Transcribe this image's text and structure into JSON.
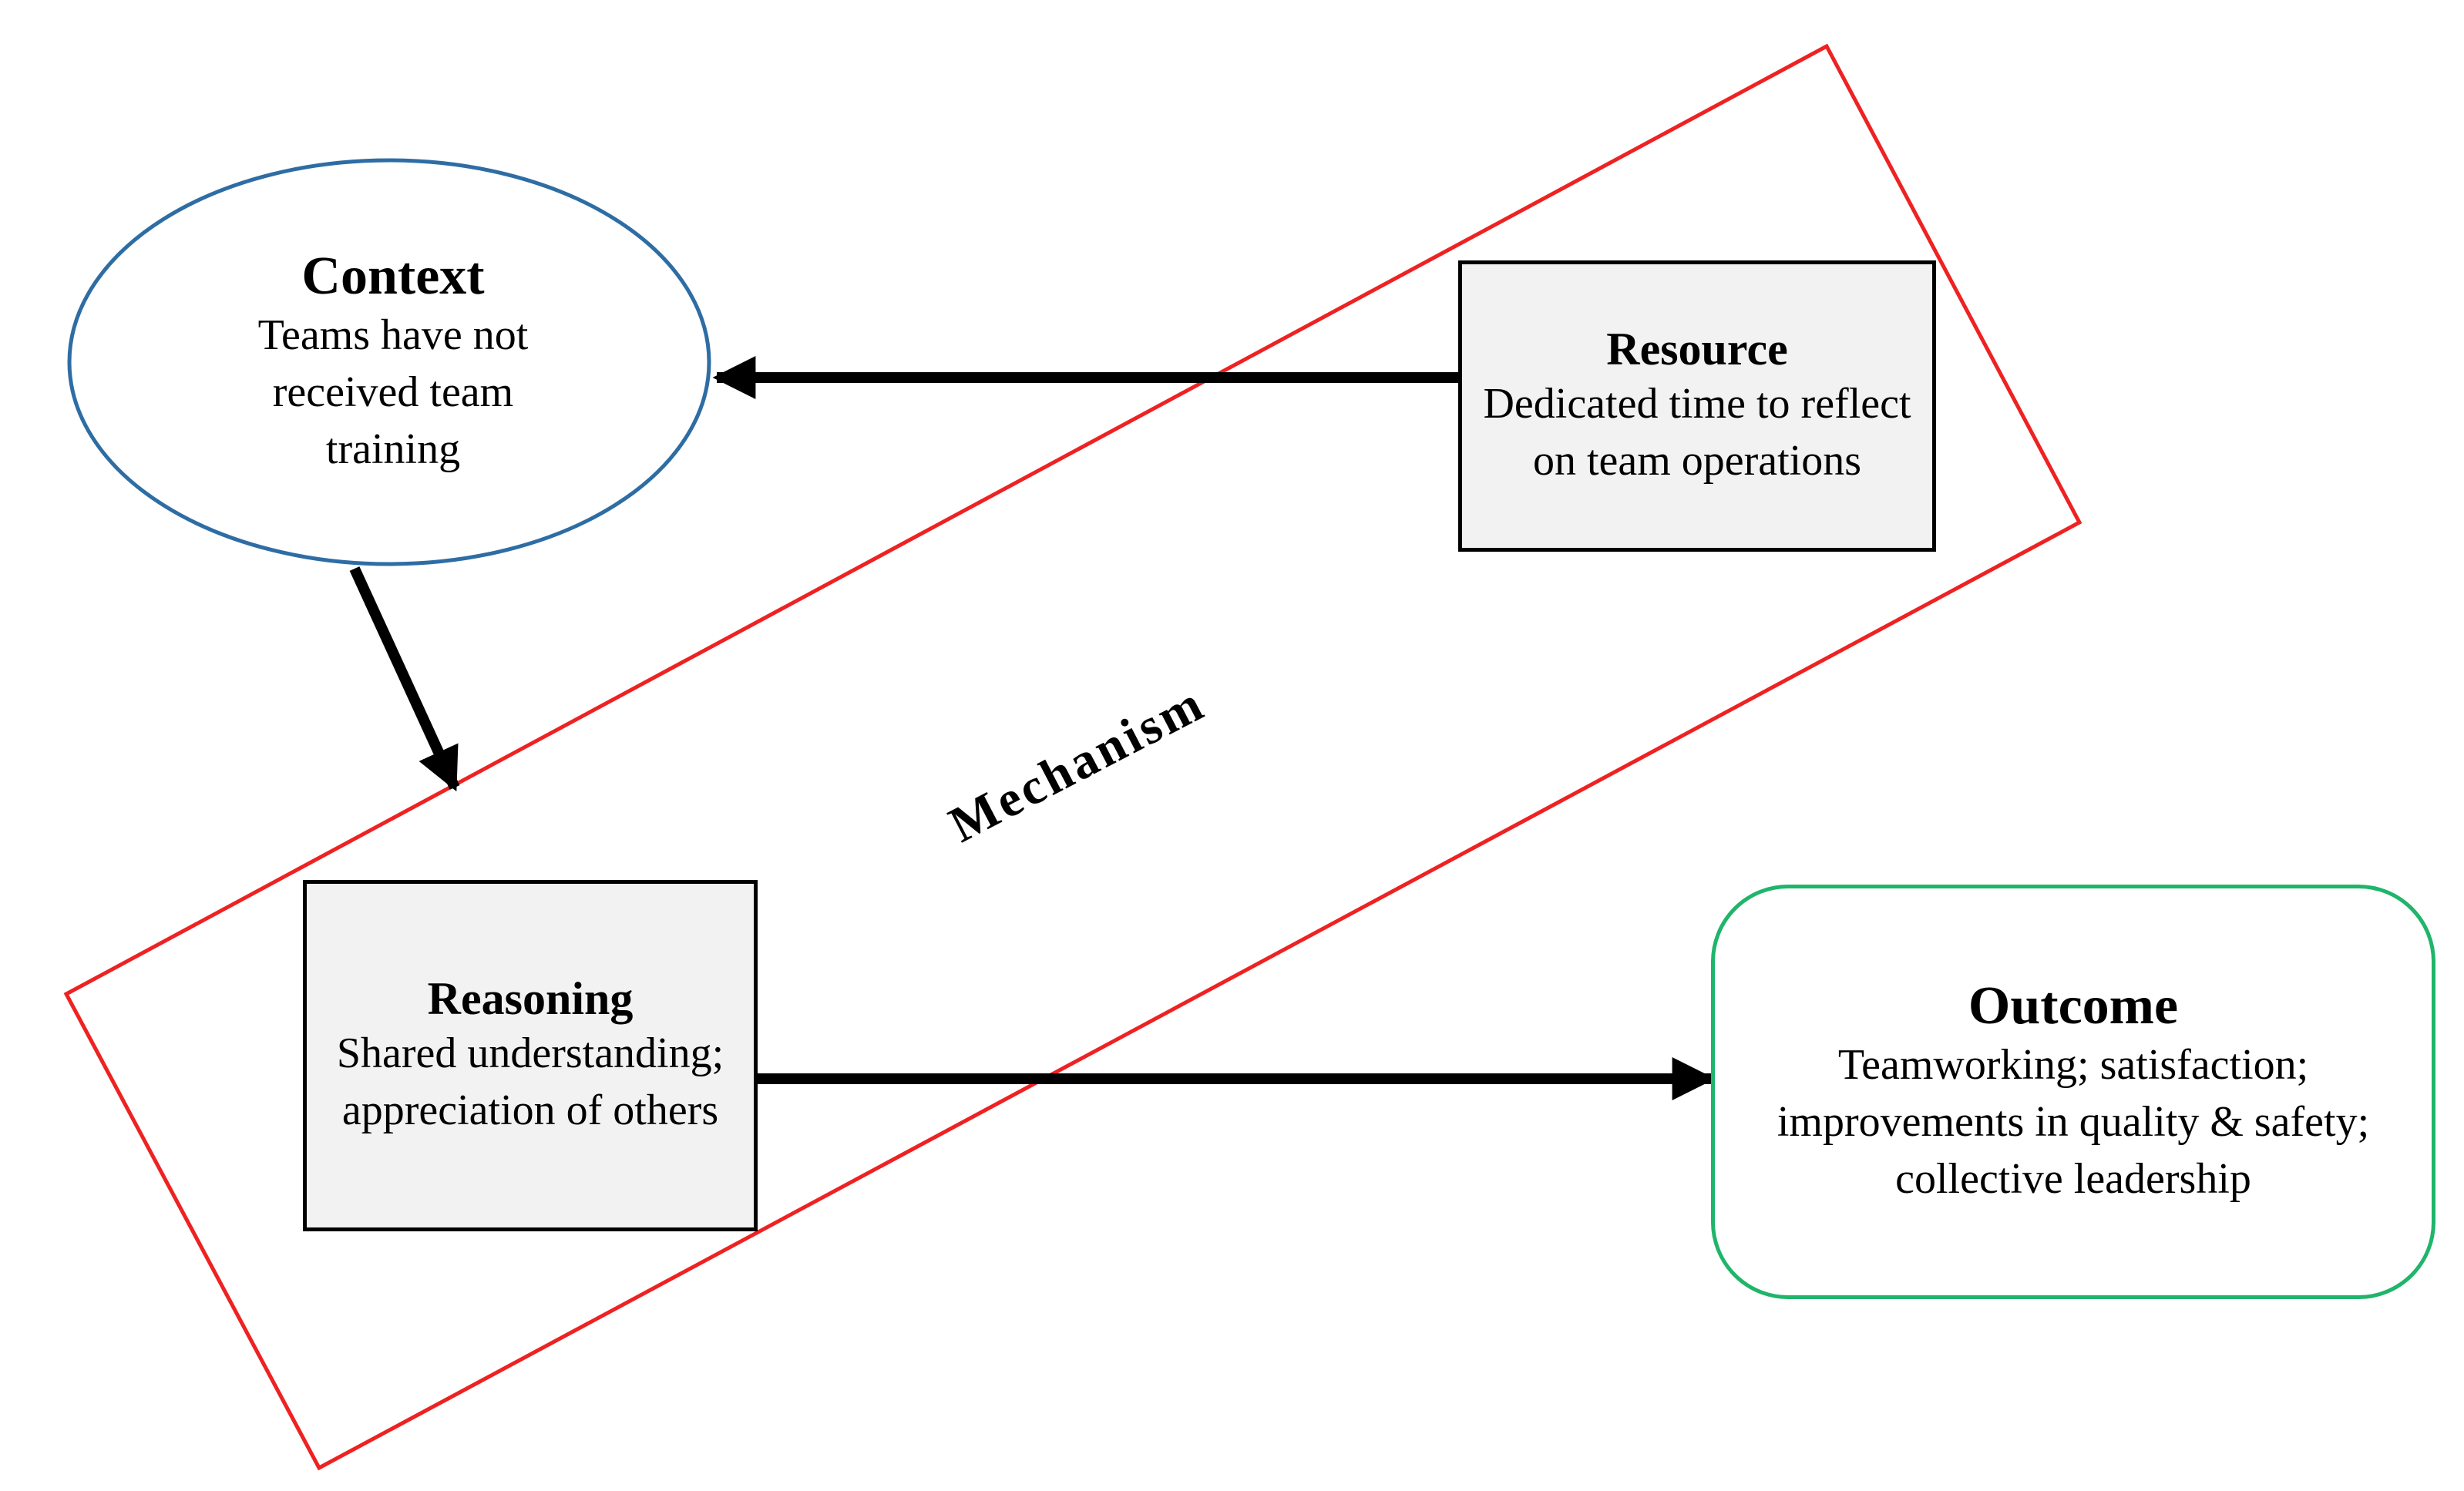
{
  "diagram": {
    "mechanism": {
      "label": "Mechanism",
      "color": "#ee2222"
    },
    "nodes": {
      "context": {
        "title": "Context",
        "body": "Teams have not received team training",
        "border_color": "#2e6da4",
        "shape": "ellipse"
      },
      "resource": {
        "title": "Resource",
        "body": "Dedicated time to reflect on team operations",
        "fill_color": "#f2f2f2",
        "shape": "rectangle"
      },
      "reasoning": {
        "title": "Reasoning",
        "body": "Shared understanding; appreciation of others",
        "fill_color": "#f2f2f2",
        "shape": "rectangle"
      },
      "outcome": {
        "title": "Outcome",
        "body": "Teamworking; satisfaction; improvements in quality & safety; collective leadership",
        "border_color": "#1fb56a",
        "shape": "rounded-rectangle"
      }
    },
    "edges": [
      {
        "from": "Resource",
        "to": "Context"
      },
      {
        "from": "Context",
        "to": "Mechanism"
      },
      {
        "from": "Reasoning",
        "to": "Outcome"
      }
    ]
  }
}
